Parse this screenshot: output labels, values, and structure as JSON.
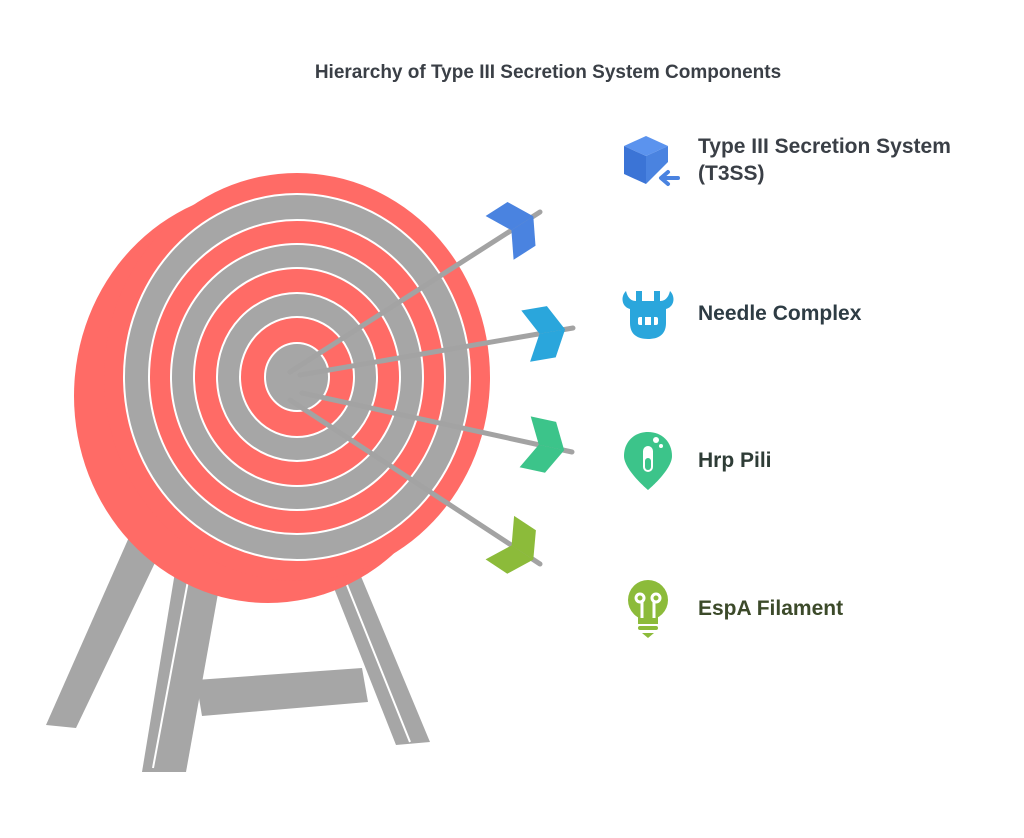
{
  "title": "Hierarchy of Type III Secretion System Components",
  "levels": [
    {
      "label": "Type III Secretion System (T3SS)",
      "color": "#4a83e0",
      "text_color": "#3a3f46",
      "icon": "cube-arrow-icon"
    },
    {
      "label": "Needle Complex",
      "color": "#2aa6dc",
      "text_color": "#2e3c44",
      "icon": "needle-complex-icon"
    },
    {
      "label": "Hrp Pili",
      "color": "#3cc48a",
      "text_color": "#2e3c36",
      "icon": "pin-test-tube-icon"
    },
    {
      "label": "EspA Filament",
      "color": "#8cbb3a",
      "text_color": "#3c4a2a",
      "icon": "lightbulb-icon"
    }
  ],
  "colors": {
    "target_red": "#ff6b66",
    "target_gray": "#a6a6a6",
    "stand_gray": "#a6a6a6",
    "shaft_gray": "#a3a3a3"
  }
}
